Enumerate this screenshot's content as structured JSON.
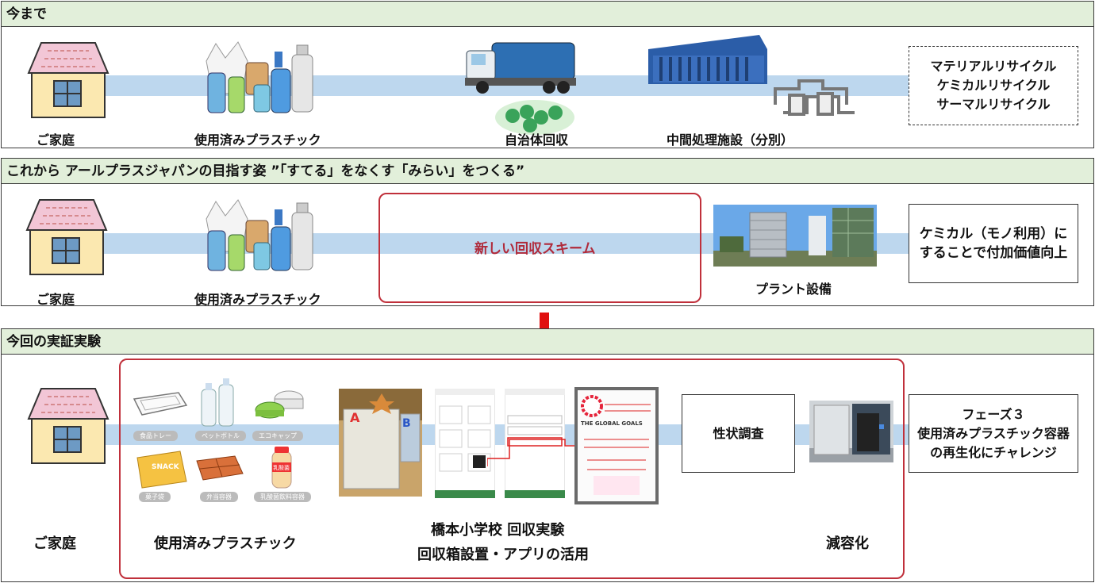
{
  "panel1": {
    "title": "今まで",
    "home": "ご家庭",
    "plastic": "使用済みプラスチック",
    "municipal": "自治体回収",
    "facility": "中間処理施設（分別）",
    "recycle": [
      "マテリアルリサイクル",
      "ケミカルリサイクル",
      "サーマルリサイクル"
    ]
  },
  "panel2": {
    "title": "これから アールプラスジャパンの目指す姿 ”「すてる」をなくす「みらい」をつくる”",
    "home": "ご家庭",
    "plastic": "使用済みプラスチック",
    "scheme": "新しい回収スキーム",
    "plant": "プラント設備",
    "chemical": [
      "ケミカル（モノ利用）に",
      "することで付加価値向上"
    ]
  },
  "panel3": {
    "title": "今回の実証実験",
    "home": "ご家庭",
    "plastic": "使用済みプラスチック",
    "items": [
      "食品トレー",
      "ペットボトル",
      "エコキャップ",
      "菓子袋",
      "弁当容器",
      "乳酸菌飲料容器"
    ],
    "snack_text": "SNACK",
    "lactic_text": "乳酸菌",
    "school": [
      "橋本小学校 回収実験",
      "回収箱設置・アプリの活用"
    ],
    "survey": "性状調査",
    "reduction": "減容化",
    "phase": [
      "フェーズ３",
      "使用済みプラスチック容器",
      "の再生化にチャレンジ"
    ],
    "poster_title": "THE GLOBAL GOALS"
  },
  "colors": {
    "header_bg": "#e2efda",
    "flow_arrow": "#bdd7ee",
    "red_frame": "#c0303b",
    "down_arrow": "#e01010",
    "scheme_text": "#b02a3a"
  }
}
